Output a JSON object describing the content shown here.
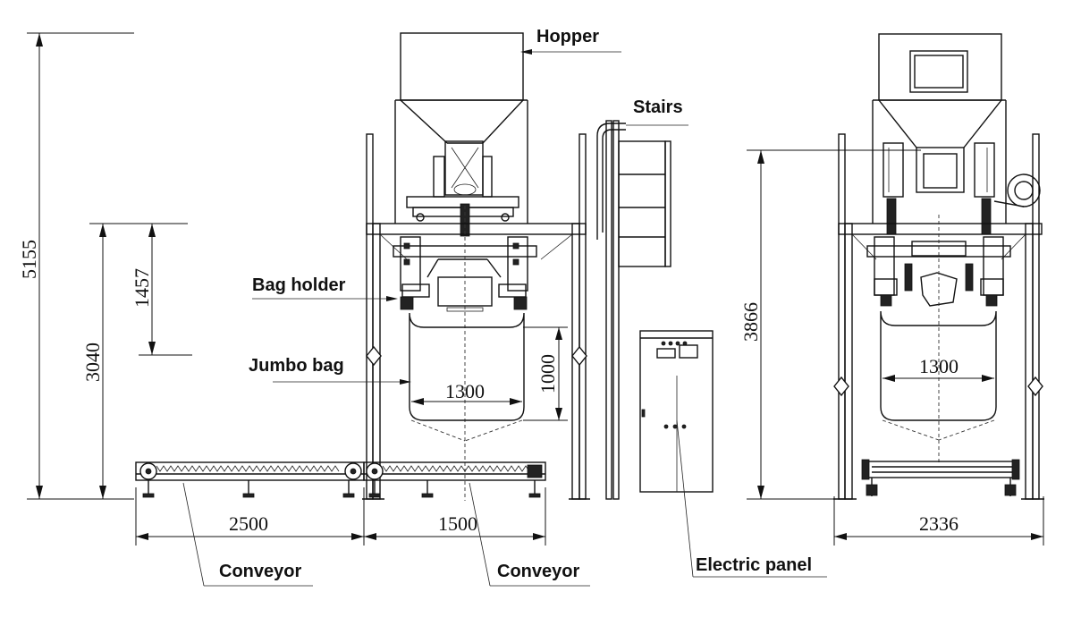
{
  "labels": {
    "hopper": "Hopper",
    "stairs": "Stairs",
    "bag_holder": "Bag holder",
    "jumbo_bag": "Jumbo bag",
    "conveyor_1": "Conveyor",
    "conveyor_2": "Conveyor",
    "electric_panel": "Electric panel"
  },
  "dimensions": {
    "total_height": "5155",
    "platform_height": "3040",
    "bag_holder_span": "1457",
    "bag_height": "1000",
    "bag_width_front": "1300",
    "bag_width_side": "1300",
    "conveyor_length_1": "2500",
    "conveyor_length_2": "1500",
    "side_height": "3866",
    "side_width": "2336"
  }
}
